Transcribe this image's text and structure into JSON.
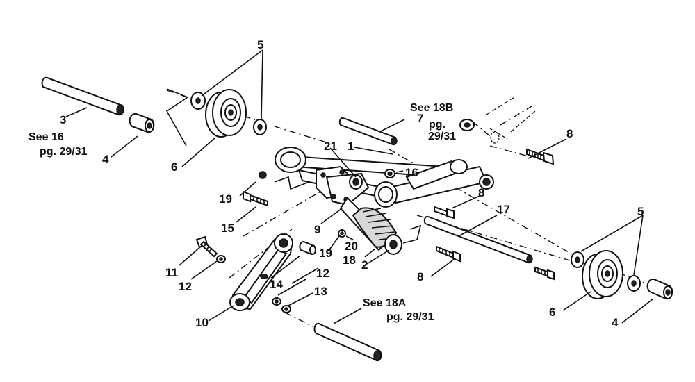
{
  "labels": {
    "p1": "1",
    "p2": "2",
    "p3": "3",
    "p4_left": "4",
    "p4_right": "4",
    "p5_top": "5",
    "p5_right": "5",
    "p6_left": "6",
    "p6_right": "6",
    "p7": "7",
    "p8_top": "8",
    "p8_mid": "8",
    "p8_low": "8",
    "p9": "9",
    "p10": "10",
    "p11": "11",
    "p12_left": "12",
    "p12_mid": "12",
    "p13": "13",
    "p14": "14",
    "p15": "15",
    "p16": "16",
    "p17": "17",
    "p18": "18",
    "p19_top": "19",
    "p19_mid": "19",
    "p20": "20",
    "p21": "21"
  },
  "references": {
    "ref16_line1": "See 16",
    "ref16_line2": "pg. 29/31",
    "ref18b_line1": "See 18B",
    "ref18b_line2": "pg.",
    "ref18b_line3": "29/31",
    "ref18a_line1": "See 18A",
    "ref18a_line2": "pg. 29/31"
  }
}
